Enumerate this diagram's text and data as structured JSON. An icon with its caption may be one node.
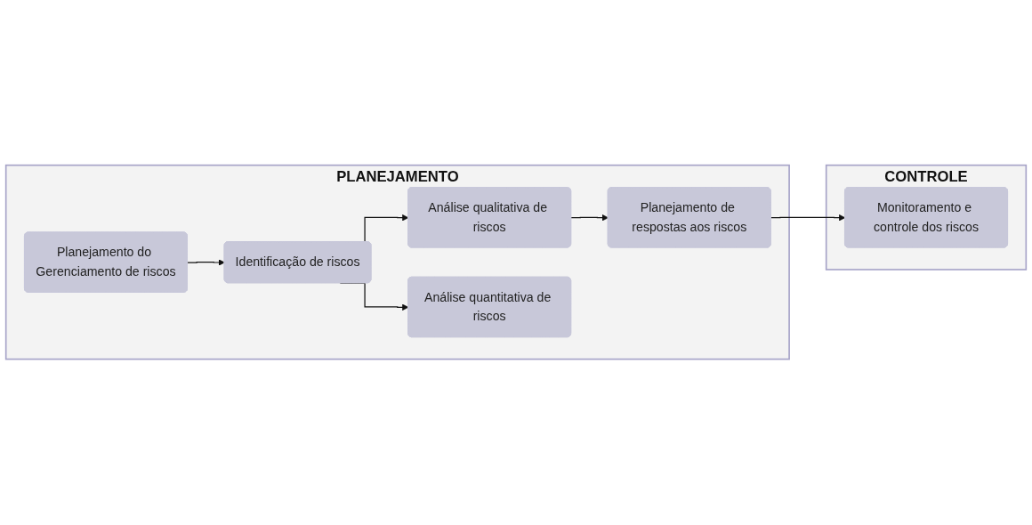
{
  "diagram": {
    "nodes": [
      {
        "text": [
          "PLANEJAMENTO"
        ]
      },
      {
        "text": [
          "Planejamento do Gerenciamento de riscos"
        ],
        "in": 0
      },
      {
        "text": [
          "Identificação de riscos"
        ],
        "in": 0
      },
      {
        "text": [
          "Análise qualitativa de riscos"
        ],
        "in": 0
      },
      {
        "text": [
          "Análise quantitativa de riscos"
        ],
        "in": 0
      },
      {
        "text": [
          "Planejamento de respostas aos riscos"
        ],
        "in": 0
      },
      {
        "text": [
          "CONTROLE"
        ]
      },
      {
        "text": [
          "Monitoramento e controle dos riscos"
        ],
        "in": 6
      }
    ],
    "edges": [
      {
        "from": 1,
        "to": 2,
        "arrow": "to"
      },
      {
        "from": 2,
        "to": 3,
        "arrow": "to"
      },
      {
        "from": 2,
        "to": 4,
        "arrow": "to"
      },
      {
        "from": 3,
        "to": 5,
        "arrow": "to"
      },
      {
        "from": 5,
        "to": 7,
        "arrow": "to"
      }
    ]
  }
}
